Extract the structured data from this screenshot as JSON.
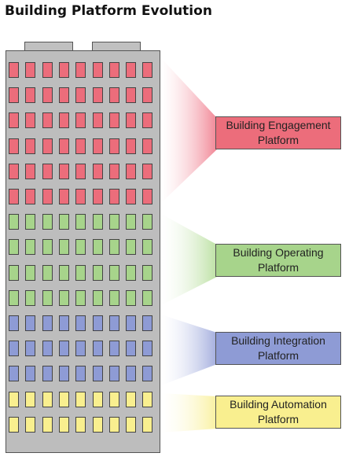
{
  "title": "Building Platform Evolution",
  "platforms": [
    {
      "id": "engagement",
      "label": "Building Engagement\nPlatform",
      "color": "#ec6d7b",
      "beam": "#f2a3ad",
      "rows": 6
    },
    {
      "id": "operating",
      "label": "Building Operating\nPlatform",
      "color": "#a7d48b",
      "beam": "#c8e6b6",
      "rows": 4
    },
    {
      "id": "integration",
      "label": "Building Integration\nPlatform",
      "color": "#8e9bd5",
      "beam": "#c0c6e8",
      "rows": 3
    },
    {
      "id": "automation",
      "label": "Building Automation\nPlatform",
      "color": "#f9ef8f",
      "beam": "#faf3b5",
      "rows": 2
    }
  ]
}
